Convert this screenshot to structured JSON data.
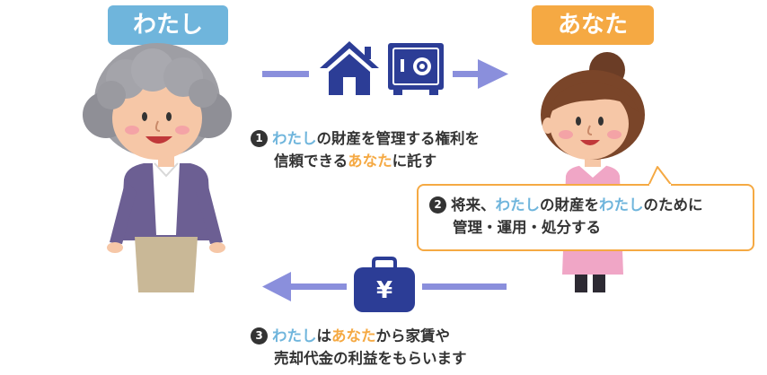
{
  "labels": {
    "watashi": "わたし",
    "anata": "あなた"
  },
  "colors": {
    "watashi_accent": "#6fb5dc",
    "anata_accent": "#f5a943",
    "arrow": "#8a8fdc",
    "icon_navy": "#2c3d96",
    "text": "#333333"
  },
  "icons": {
    "top": [
      "house-icon",
      "safe-icon"
    ],
    "bottom": [
      "yen-bag-icon"
    ]
  },
  "steps": [
    {
      "number": "1",
      "line1": {
        "parts": [
          {
            "t": "わたし",
            "c": "watashi"
          },
          {
            "t": "の財産を管理する権利を",
            "c": "text"
          }
        ]
      },
      "line2": {
        "parts": [
          {
            "t": "信頼できる",
            "c": "text"
          },
          {
            "t": "あなた",
            "c": "anata"
          },
          {
            "t": "に託す",
            "c": "text"
          }
        ]
      }
    },
    {
      "number": "2",
      "line1": {
        "parts": [
          {
            "t": "将来、",
            "c": "text"
          },
          {
            "t": "わたし",
            "c": "watashi"
          },
          {
            "t": "の財産を",
            "c": "text"
          },
          {
            "t": "わたし",
            "c": "watashi"
          },
          {
            "t": "のために",
            "c": "text"
          }
        ]
      },
      "line2": {
        "parts": [
          {
            "t": "管理・運用・処分する",
            "c": "text"
          }
        ]
      }
    },
    {
      "number": "3",
      "line1": {
        "parts": [
          {
            "t": "わたし",
            "c": "watashi"
          },
          {
            "t": "は",
            "c": "text"
          },
          {
            "t": "あなた",
            "c": "anata"
          },
          {
            "t": "から家賃や",
            "c": "text"
          }
        ]
      },
      "line2": {
        "parts": [
          {
            "t": "売却代金の利益をもらいます",
            "c": "text"
          }
        ]
      }
    }
  ]
}
